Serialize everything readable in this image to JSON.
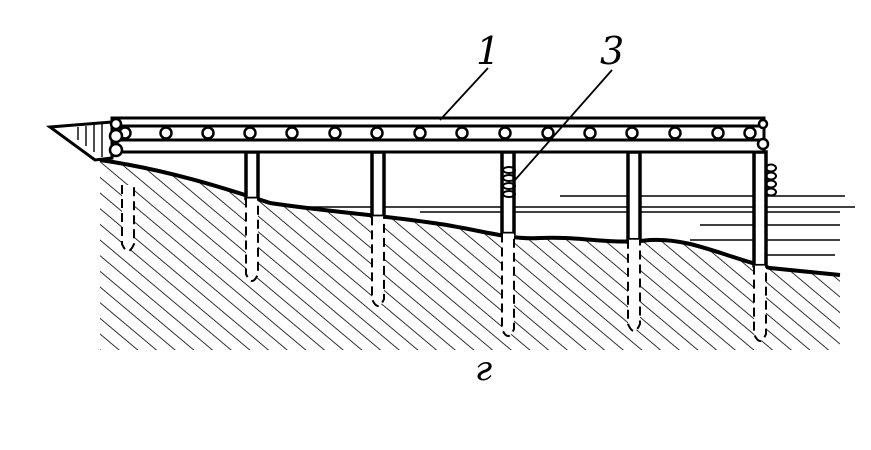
{
  "labels": {
    "callout_1": "1",
    "callout_3": "3",
    "figure_letter": "г"
  },
  "colors": {
    "ink": "#000000",
    "paper": "#ffffff"
  }
}
